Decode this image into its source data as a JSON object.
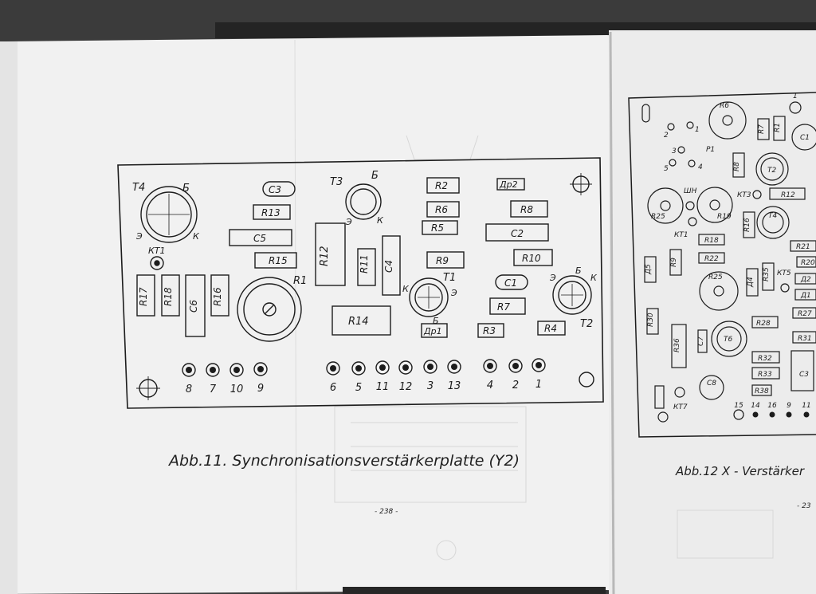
{
  "left_page": {
    "caption": "Abb.11. Synchronisationsverstärkerplatte (Y2)",
    "page_number": "- 238 -",
    "board": {
      "components": {
        "T4": "T4",
        "T4_b": "Б",
        "T4_e": "Э",
        "T4_k": "К",
        "KT1": "КТ1",
        "C3": "C3",
        "R13": "R13",
        "C5": "C5",
        "R15": "R15",
        "R17": "R17",
        "R18": "R18",
        "C6": "C6",
        "R16": "R16",
        "R1": "R1",
        "T3": "T3",
        "T3_b": "Б",
        "T3_e": "Э",
        "T3_k": "К",
        "R12": "R12",
        "R11": "R11",
        "C4": "C4",
        "R2": "R2",
        "R6": "R6",
        "R5": "R5",
        "R9": "R9",
        "T1": "T1",
        "T1_b": "Б",
        "T1_e": "Э",
        "T1_k": "К",
        "R14": "R14",
        "Dr1": "Др1",
        "R3": "R3",
        "Dr2": "Др2",
        "R8": "R8",
        "C2": "C2",
        "R10": "R10",
        "C1": "C1",
        "R7": "R7",
        "R4": "R4",
        "T2": "T2",
        "T2_b": "Б",
        "T2_e": "Э",
        "T2_k": "К"
      },
      "terminals": [
        "8",
        "7",
        "10",
        "9",
        "6",
        "5",
        "11",
        "12",
        "3",
        "13",
        "4",
        "2",
        "1"
      ]
    }
  },
  "right_page": {
    "caption": "Abb.12 X - Verstärker",
    "page_number": "- 23",
    "board": {
      "labels": {
        "R6": "R6",
        "R7": "R7",
        "R1": "R1",
        "C1": "C1",
        "n2": "2",
        "n1": "1",
        "n3": "3",
        "n4": "4",
        "n5": "5",
        "P1": "P1",
        "R8": "R8",
        "T2": "T2",
        "KT3": "КТ3",
        "R12": "R12",
        "SHN": "ШН",
        "R25a": "R25",
        "R19": "R19",
        "T4": "T4",
        "KT1": "КТ1",
        "R16": "R16",
        "R18": "R18",
        "R21": "R21",
        "R22": "R22",
        "R20": "R20",
        "D5": "Д5",
        "R9": "R9",
        "R25b": "R25",
        "D4": "Д4",
        "R35": "R35",
        "KT5": "КТ5",
        "D2": "Д2",
        "D1": "Д1",
        "R30": "R30",
        "R28": "R28",
        "R27": "R27",
        "R36": "R36",
        "C7": "C7",
        "T6": "T6",
        "R31": "R31",
        "R32": "R32",
        "R33": "R33",
        "C3": "C3",
        "R38": "R38",
        "C8": "C8",
        "KT7": "КТ7",
        "top1": "1"
      },
      "terminals": [
        "15",
        "14",
        "16",
        "9",
        "11"
      ]
    }
  }
}
